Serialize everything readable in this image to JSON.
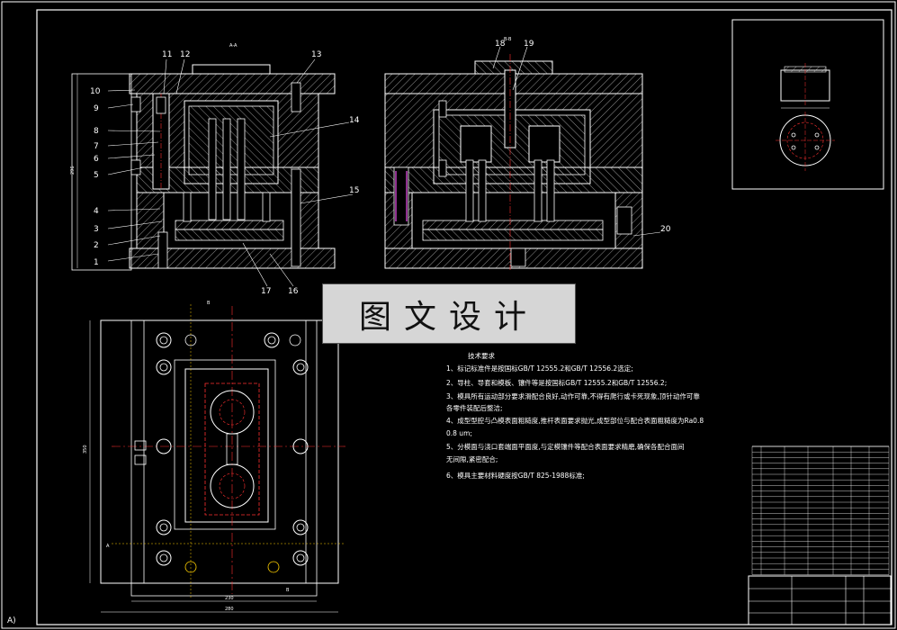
{
  "sheet": {
    "corner_mark": "A)",
    "view_labels": {
      "section_aa": "A-A",
      "section_bb": "B-B",
      "plan_cut_a": "A",
      "plan_cut_b": "B"
    },
    "dimensions": {
      "height_main": "296",
      "plan_height": "350",
      "plan_width_inner": "230",
      "plan_width_outer": "280"
    }
  },
  "callouts_left": [
    "1",
    "2",
    "3",
    "4",
    "5",
    "6",
    "7",
    "8",
    "9",
    "10",
    "11",
    "12",
    "13",
    "14",
    "15",
    "16",
    "17"
  ],
  "callouts_right": [
    "18",
    "19",
    "20"
  ],
  "watermark": "图文设计",
  "notes": {
    "heading": "技术要求",
    "lines": [
      "1、标记标准件是按国标GB/T 12555.2和GB/T 12556.2选定;",
      "2、导柱、导套和模板、镶件等是按国标GB/T 12555.2和GB/T 12556.2;",
      "3、模具所有运动部分要求滑配合良好,动作可靠,不得有爬行或卡死现象,顶针动作可靠",
      "    各零件装配后整洁;",
      "4、成型型腔与凸模表面粗糙度,推杆表面要求抛光,成型部位与配合表面粗糙度为Ra0.8",
      "    0.8 um;",
      "5、分模面与浇口套端面平面度,与定模镶件等配合表面要求精磨,确保各配合面间",
      "    无间隙,紧密配合;",
      "6、模具主要材料硬度按GB/T 825-1988标准;"
    ]
  },
  "colors": {
    "background": "#000000",
    "line": "#ffffff",
    "center_line": "#ff3030",
    "spring": "#c040c0",
    "hidden": "#ffd000"
  }
}
